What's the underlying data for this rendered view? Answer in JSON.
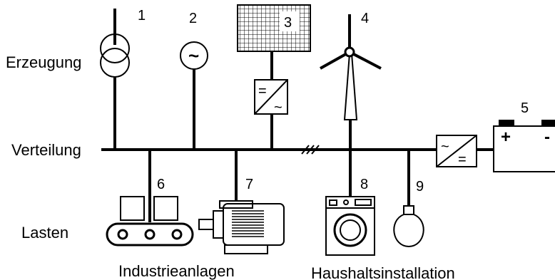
{
  "labels": {
    "generation": "Erzeugung",
    "distribution": "Verteilung",
    "loads": "Lasten",
    "industrial": "Industrieanlagen",
    "household": "Haushaltsinstallation"
  },
  "components": [
    {
      "number": "1",
      "icon": "transformer-icon"
    },
    {
      "number": "2",
      "icon": "ac-generator-icon"
    },
    {
      "number": "3",
      "icon": "solar-panel-icon"
    },
    {
      "number": "4",
      "icon": "wind-turbine-icon"
    },
    {
      "number": "5",
      "icon": "battery-icon"
    },
    {
      "number": "6",
      "icon": "conveyor-belt-icon"
    },
    {
      "number": "7",
      "icon": "electric-motor-icon"
    },
    {
      "number": "8",
      "icon": "washing-machine-icon"
    },
    {
      "number": "9",
      "icon": "light-bulb-icon"
    }
  ],
  "symbols": {
    "inverter_dc": "=",
    "inverter_ac": "~",
    "battery_plus": "+",
    "battery_minus": "-",
    "generator": "~"
  }
}
